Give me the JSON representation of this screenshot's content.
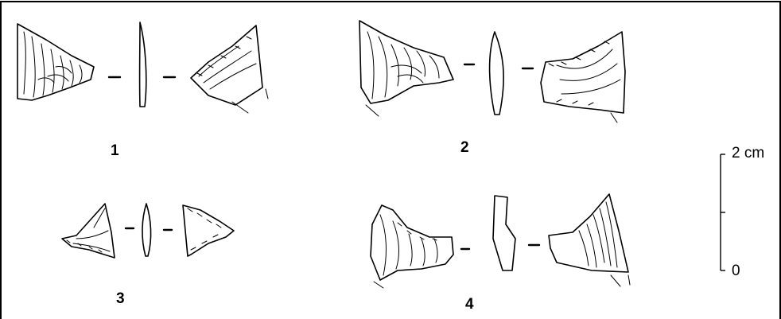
{
  "figures": [
    {
      "number": "1"
    },
    {
      "number": "2"
    },
    {
      "number": "3"
    },
    {
      "number": "4"
    }
  ],
  "scale_bar": {
    "top_label": "2 cm",
    "bottom_label": "0"
  }
}
